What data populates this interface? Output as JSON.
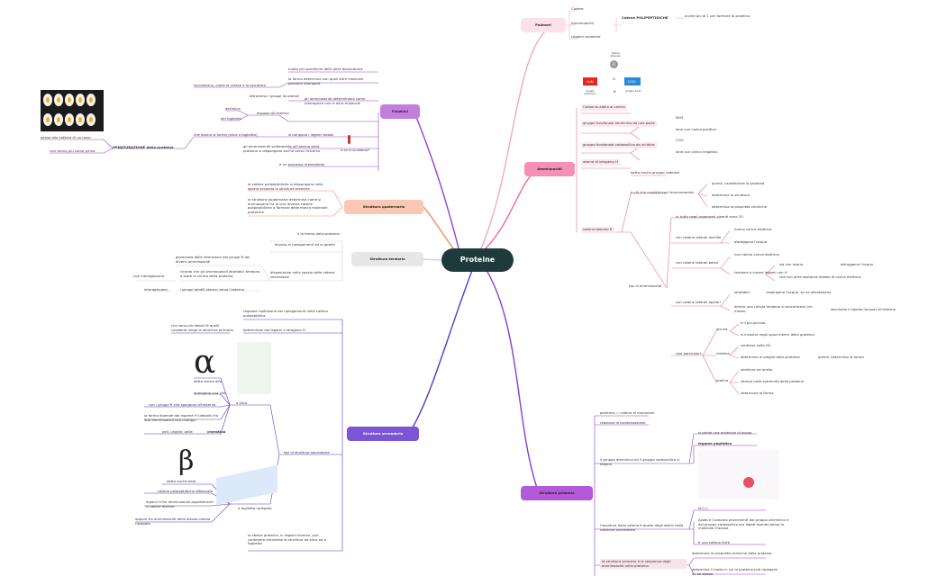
{
  "central": "Proteine",
  "branches": {
    "polimeri": "Polimeri",
    "amminoacidi": "Amminoacidi",
    "primaria": "Struttura primaria",
    "secondaria": "Struttura secondaria",
    "terziaria": "Struttura terziaria",
    "quaternaria": "Struttura quaternaria",
    "funzioni": "Funzioni"
  },
  "polimeri": {
    "items": [
      "Catene",
      "Amminoacidi",
      "Legami covalenti"
    ],
    "catene": "Catene POLIPEPTIDICHE",
    "note": "anche più di 1 per formare la proteina"
  },
  "amminoacidi": {
    "diagram": {
      "r": "R",
      "r_label": "catena laterale",
      "amino": "H₃N",
      "amino_label": "gruppo amminico",
      "c": "C",
      "h": "H",
      "coo": "COO⁻",
      "coo_label": "gruppo acido"
    },
    "carbonio": "Carbonio alpha al centro",
    "amminico": "gruppo funzionale amminico da una parte",
    "nh3": "NH3",
    "nh3_ion": "ione con carica positiva",
    "carbossilico": "gruppo funzionale carbossilico da un'altra",
    "coo": "COO",
    "coo_ion": "ione con carica negativa",
    "idrogeno": "atomo di idrogeno H",
    "catena": "catena laterale R",
    "radicale": "detta anche gruppo radicale",
    "caratterizza": "e ciò che caratterizza l'amminoacido",
    "quindi": "quindi, caratterizza la proteina",
    "struttura": "determina la struttura",
    "proprieta": "determina la proprietà chimiche",
    "tipi": "tipi di amminoacidi",
    "venti": "in tutto negli organismi viventi sono 20",
    "ionici": "con catene laterali ionicfie",
    "ion1": "hanno carica elettrica",
    "ion2": "attraggono l'acqua",
    "polari": "con catene laterali polari",
    "pol1": "non hanno carica elettrica",
    "pol2": "tendono a creare legami con H",
    "acqua": "sia con acqua",
    "acqua2": "attraggono l'acqua",
    "altre": "che con altre sostanze dotate di carica elettrica",
    "apolari": "con catene laterali apolari",
    "ap1": "idrofobici",
    "ap1b": "respingono l'acqua, se ne allontanano",
    "ap2": "dentro una cellula tendono a concentrarsi nel mezzo",
    "ap2b": "lasciando il liquido (acqua) all'esterno",
    "casi": "casi particolari:",
    "glicina": "glicina",
    "gl1": "è il più piccolo",
    "gl2": "si incastra negli spazi interni della proteina",
    "cisteina": "cisteina",
    "ci1": "contiene zolfo (S)",
    "ci2": "determina le pieghe della proteina",
    "ci3": "quindi, determina la forma",
    "prolina": "prolina",
    "pr1": "struttura ad anello",
    "pr2": "sitrova nelle estremità della proteina",
    "pr3": "determina la forma"
  },
  "primaria": {
    "polimero": "polimero = catena di monomeri",
    "reazione": "reazione di condensazione",
    "gruppo": "il gruppo amminico ed il gruppo carbossilico si legano",
    "perde": "si perde una molecola di acqua",
    "peptidico": "legame peptidico",
    "ossatura": "l'ossatura della catena è quella degli atomi della reazione precedente",
    "ncc": "N-C-C",
    "azoto": "Azoto e Carbonio provenienti dal gruppo amminico e dal gruppo carbossilico ora legati avendo perso la molecola d'acqua",
    "forte": "è una catena forte",
    "sequenza": "la struttura primaria è la sequenza degli amminoacidi nella proteina",
    "seq1": "determina le proprietà chimiche della proteina",
    "seq2": "determina il modo in cui la proteina può ripiegarsi su se stessa"
  },
  "secondaria": {
    "regolare": "regolare ripetizione dei ripiegamenti nella catena polipeptidica",
    "determinati": "determinati dai legami a idrogeno H",
    "deboli": "che sono più deboli di quelli covalenti lungo la struttura primaria",
    "alpha": "α",
    "alpha_name": "detta anche alfa",
    "vite": "immagina una vite",
    "sporgono": "con i gruppi R che sporgono all'esterno",
    "forma": "la forma dipende dal legame H (debole) fra due amminoacidi non contigui",
    "peli": "peli, unghie, pelle",
    "cheratina": "cheratina",
    "elica": "a elica",
    "tipi": "tipi di struttura secondaria",
    "beta": "β",
    "beta_name": "detta anche beta",
    "affiancate": "catene polipeptidiche affiancate",
    "legami": "legami H fra amminoacidi appartenenti a catene diverse",
    "oppure": "oppure fra amminoacidi della stessa catena ripiegata",
    "foglietto": "a foglietto ripiegato",
    "stessa": "la stessa proteina, in regioni diverse, può contenere entrambe le strutture ad elica ed a foglietto"
  },
  "terziaria": {
    "forma": "è la forma della proteina",
    "dovuta": "dovuta ai ripiegamenti ed ai gomiti",
    "governata": "governata dalle interazioni dei gruppi R dei diversi amminoacidi",
    "ricorda": "ricorda che gli amminoacidi idrofobici tendono a stare al centro della proteina",
    "disposizione": "disposizione nello spazio delle catene secondarie",
    "non_int": "non interagiscono",
    "int": "interagiscono",
    "idrofili": "i gruppi idrofili stanno verso l'esterno"
  },
  "quaternaria": {
    "q1": "le catene polipeptidiche si dispongono nello spazio secondo la struttura terziaria",
    "q2": "la struttura quaternaria determina come si ammassano fra di loro diverse catene polipeptidiche a formare delle macro molecole proteiche"
  },
  "funzioni": {
    "f1": "molto più specifiche delle altre biomolecole",
    "f2": "la forma determina con quali altre molecole possono interagire",
    "f3": "sincastrano, come la chiave e la serratura",
    "f4": "gli amminoacidi determinano come interagisce con le altre molecole",
    "f5": "attraverso i gruppi funzionali",
    "f6": "dell'elica",
    "f7": "del foglietto",
    "f8": "disposti all'esterno",
    "f9": "che danno la forma (elica o foglietto)",
    "f10": "si rompono i legami deboli",
    "f11": "gli amminoacidi solitamente all'interno della proteina si dispongono anche verso l'esterno",
    "f12": "è un processo irreversibile",
    "f13": "e se si scaldano?",
    "denat": "DENATURAZIONE della proteina",
    "pensa": "pensa alla cottura di un uovo",
    "non_forma": "non forma più come prima"
  }
}
